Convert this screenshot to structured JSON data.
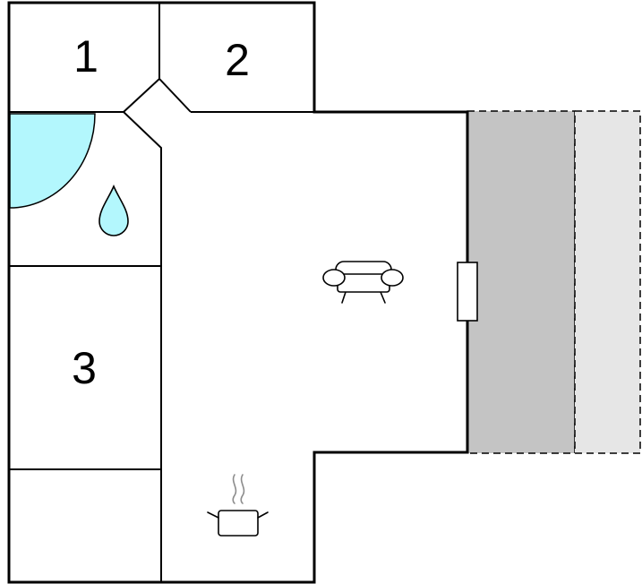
{
  "floorplan": {
    "rooms": [
      {
        "id": "room-1",
        "label": "1"
      },
      {
        "id": "room-2",
        "label": "2"
      },
      {
        "id": "room-3",
        "label": "3"
      }
    ],
    "icons": {
      "bathroom": "water-drop-icon",
      "shower": "shower-area",
      "living": "sofa-icon",
      "kitchen": "cooking-pot-icon",
      "door": "door-icon"
    },
    "colors": {
      "water": "#b3f7fd",
      "terrace_covered": "#c4c4c4",
      "terrace_open": "#e6e6e6",
      "wall": "#000000",
      "steam": "#8c8c8c"
    }
  }
}
